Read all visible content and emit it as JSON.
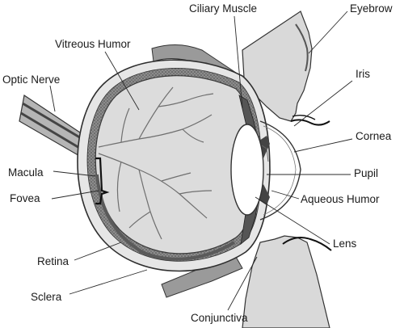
{
  "diagram": {
    "labels": {
      "ciliary_muscle": "Ciliary Muscle",
      "eyebrow": "Eyebrow",
      "vitreous_humor": "Vitreous Humor",
      "optic_nerve": "Optic Nerve",
      "iris": "Iris",
      "cornea": "Cornea",
      "macula": "Macula",
      "pupil": "Pupil",
      "fovea": "Fovea",
      "aqueous_humor": "Aqueous Humor",
      "lens": "Lens",
      "retina": "Retina",
      "sclera": "Sclera",
      "conjunctiva": "Conjunctiva"
    }
  }
}
